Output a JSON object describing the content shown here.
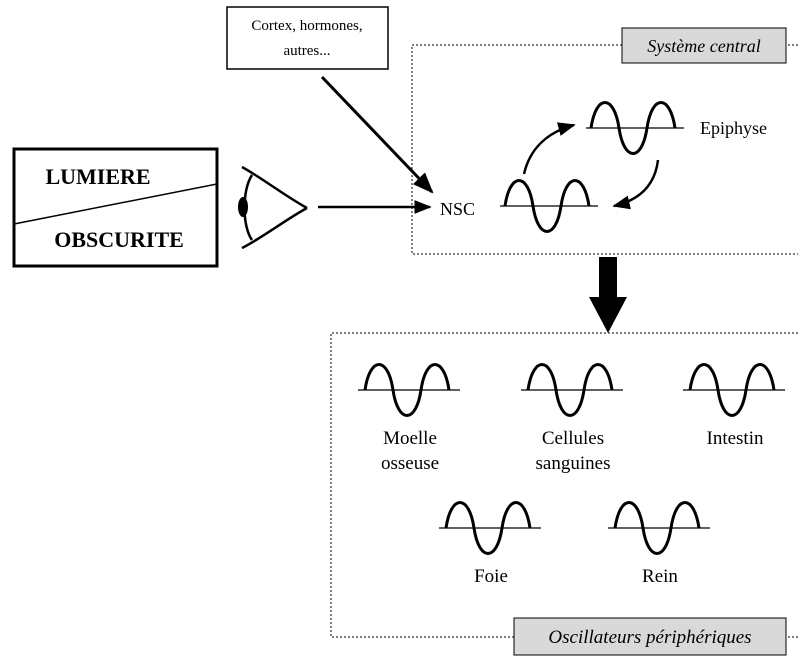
{
  "light_box": {
    "top_label": "LUMIERE",
    "bottom_label": "OBSCURITE"
  },
  "inputs_box": {
    "line1": "Cortex, hormones,",
    "line2": "autres..."
  },
  "central": {
    "title": "Système central",
    "nsc_label": "NSC",
    "epiphyse_label": "Epiphyse"
  },
  "peripheral": {
    "title": "Oscillateurs périphériques",
    "organs": [
      {
        "line1": "Moelle",
        "line2": "osseuse"
      },
      {
        "line1": "Cellules",
        "line2": "sanguines"
      },
      {
        "line1": "Intestin",
        "line2": ""
      },
      {
        "line1": "Foie",
        "line2": ""
      },
      {
        "line1": "Rein",
        "line2": ""
      }
    ]
  },
  "icons": [
    "eye-icon",
    "sine-wave-icon",
    "arrow-icon"
  ],
  "colors": {
    "stroke": "#000000",
    "title_box_fill": "#d9d9d9",
    "background": "#ffffff"
  }
}
